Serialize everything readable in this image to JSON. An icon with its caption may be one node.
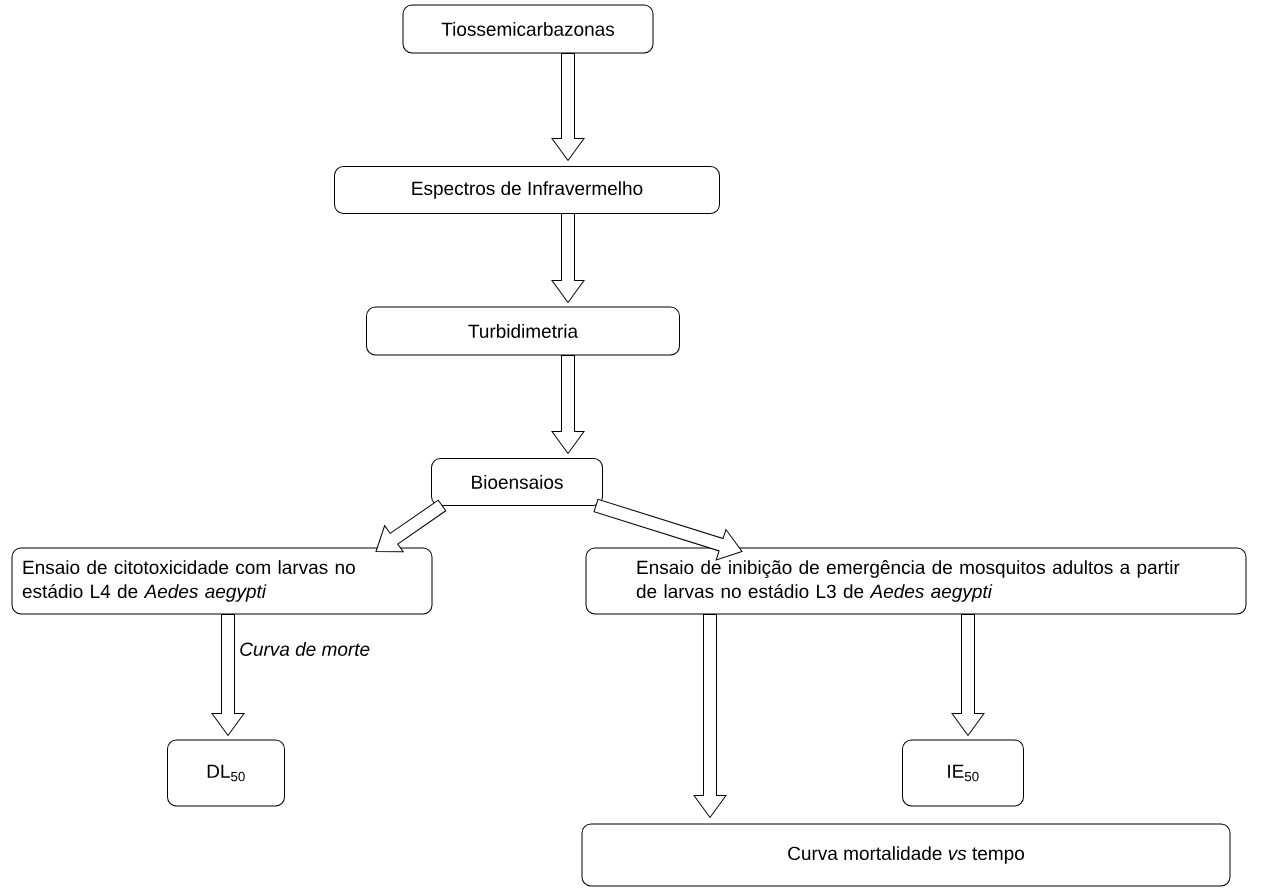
{
  "diagram": {
    "nodes": [
      {
        "text": [
          "Tiossemicarbazonas"
        ]
      },
      {
        "text": [
          "Espectros de Infravermelho"
        ]
      },
      {
        "text": [
          "Turbidimetria"
        ]
      },
      {
        "text": [
          "Bioensaios"
        ]
      },
      {
        "text": [
          "Ensaio de citotoxicidade com larvas no estádio L4 de *Aedes aegypti*"
        ]
      },
      {
        "text": [
          "Ensaio de inibição de emergência de mosquitos adultos a partir de larvas no estádio L3 de *Aedes aegypti*"
        ]
      },
      {
        "text": [
          "DL$_{50}$"
        ]
      },
      {
        "text": [
          "IE$_{50}$"
        ]
      },
      {
        "text": [
          "Curva mortalidade *vs* tempo"
        ]
      }
    ],
    "edges": [
      {
        "from": 0,
        "to": 1,
        "arrow": "to"
      },
      {
        "from": 1,
        "to": 2,
        "arrow": "to"
      },
      {
        "from": 2,
        "to": 3,
        "arrow": "to"
      },
      {
        "from": 3,
        "to": 4,
        "arrow": "to"
      },
      {
        "from": 3,
        "to": 5,
        "arrow": "to"
      },
      {
        "from": 4,
        "to": 6,
        "arrow": "to",
        "label": "Curva de morte"
      },
      {
        "from": 5,
        "to": 7,
        "arrow": "to"
      },
      {
        "from": 5,
        "to": 8,
        "arrow": "to"
      }
    ]
  }
}
